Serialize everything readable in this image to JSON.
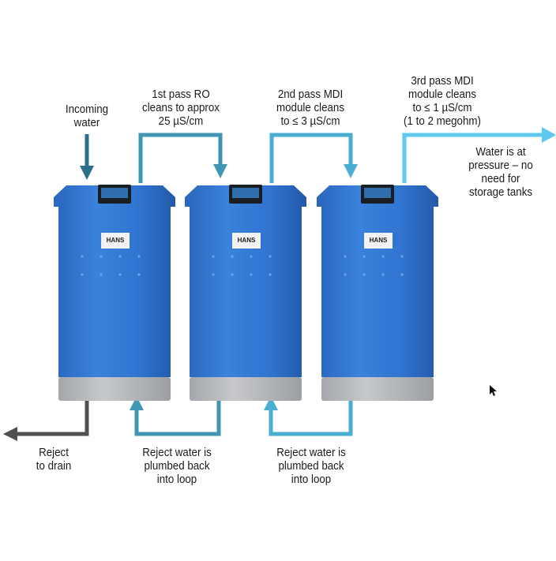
{
  "colors": {
    "incoming": "#2a6f88",
    "pass1": "#3f95b2",
    "pass2": "#4aaed3",
    "pass3": "#5fc8ee",
    "reject_drain": "#505050",
    "unit_body": "#2f74d0",
    "unit_base": "#b9bbbe"
  },
  "labels": {
    "incoming": "Incoming\nwater",
    "pass1": "1st pass RO\ncleans to approx\n25 µS/cm",
    "pass2": "2nd pass MDI\nmodule cleans\nto ≤ 3 µS/cm",
    "pass3": "3rd pass MDI\nmodule cleans\nto ≤ 1 µS/cm\n(1 to 2 megohm)",
    "output": "Water is at\npressure – no\nneed for\nstorage tanks",
    "reject_drain": "Reject\nto drain",
    "reject_loop_1": "Reject water is\nplumbed back\ninto loop",
    "reject_loop_2": "Reject water is\nplumbed back\ninto loop"
  },
  "units": [
    {
      "brand": "HANS",
      "icon": "water-treatment-unit-icon"
    },
    {
      "brand": "HANS",
      "icon": "water-treatment-unit-icon"
    },
    {
      "brand": "HANS",
      "icon": "water-treatment-unit-icon"
    }
  ]
}
